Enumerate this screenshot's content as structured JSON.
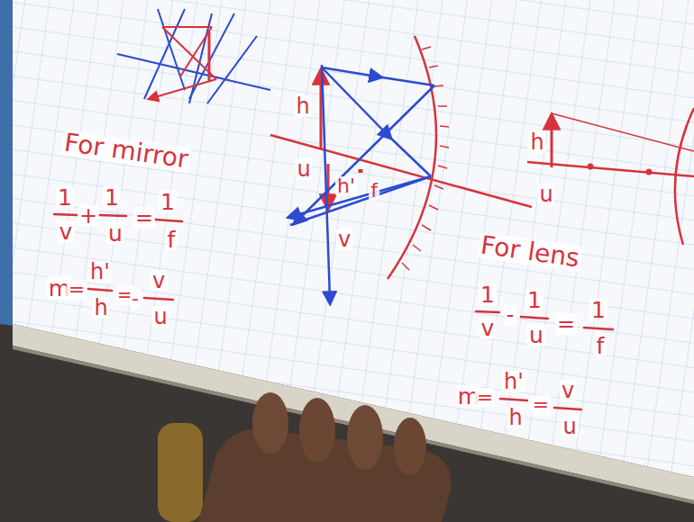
{
  "diagram": {
    "labels": [
      "For mirror",
      "1",
      "v",
      "+",
      "1",
      "u",
      "=",
      "1",
      "f",
      "m",
      "=",
      "h'",
      "h",
      "=",
      "-",
      "v",
      "u",
      "For lens",
      "1",
      "v",
      "-",
      "1",
      "u",
      "=",
      "1",
      "f",
      "m",
      "=",
      "h'",
      "h",
      "=",
      "v",
      "u",
      "h",
      "u",
      "h'",
      "f",
      "v",
      "h",
      "u"
    ]
  }
}
